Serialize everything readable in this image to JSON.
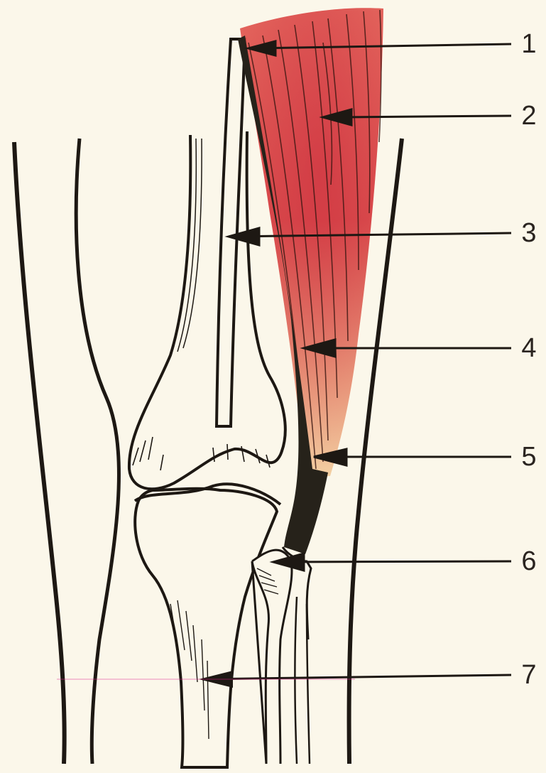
{
  "diagram": {
    "labels": [
      "1",
      "2",
      "3",
      "4",
      "5",
      "6",
      "7"
    ]
  },
  "colors": {
    "paper": "#fbf7ea",
    "ink": "#1d1813",
    "muscle": "#d9403f",
    "muscle_light": "#f0b08a",
    "tendon": "#26221a"
  }
}
